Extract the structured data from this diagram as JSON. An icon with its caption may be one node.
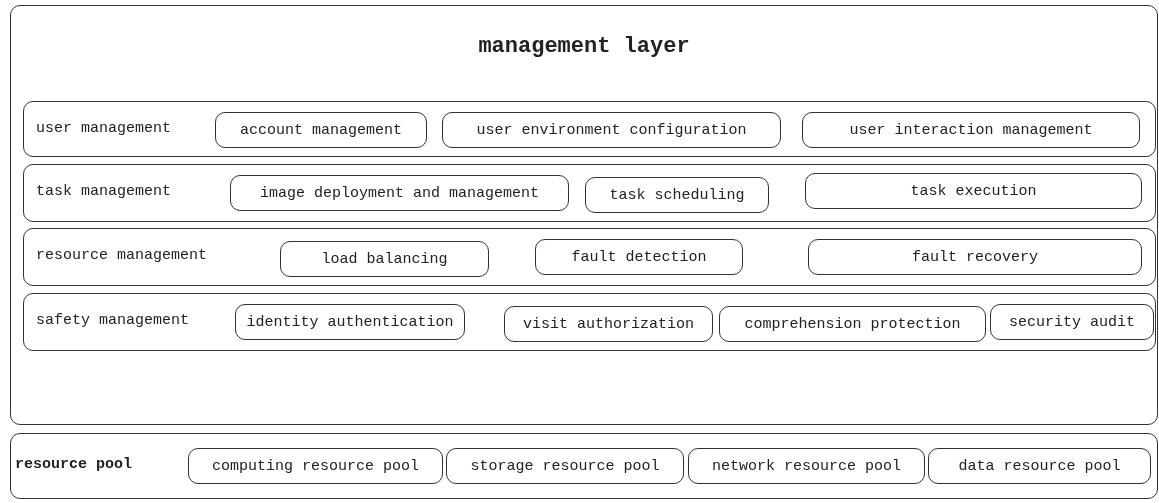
{
  "diagram": {
    "nodes": [
      {
        "text": [
          "management layer"
        ]
      },
      {
        "text": [
          "user management"
        ],
        "in": 0
      },
      {
        "text": [
          "account management"
        ],
        "in": 1
      },
      {
        "text": [
          "user environment configuration"
        ],
        "in": 1
      },
      {
        "text": [
          "user interaction management"
        ],
        "in": 1
      },
      {
        "text": [
          "task management"
        ],
        "in": 0
      },
      {
        "text": [
          "image deployment and management"
        ],
        "in": 5
      },
      {
        "text": [
          "task scheduling"
        ],
        "in": 5
      },
      {
        "text": [
          "task execution"
        ],
        "in": 5
      },
      {
        "text": [
          "resource management"
        ],
        "in": 0
      },
      {
        "text": [
          "load balancing"
        ],
        "in": 9
      },
      {
        "text": [
          "fault detection"
        ],
        "in": 9
      },
      {
        "text": [
          "fault recovery"
        ],
        "in": 9
      },
      {
        "text": [
          "safety management"
        ],
        "in": 0
      },
      {
        "text": [
          "identity authentication"
        ],
        "in": 13
      },
      {
        "text": [
          "visit authorization"
        ],
        "in": 13
      },
      {
        "text": [
          "comprehension protection"
        ],
        "in": 13
      },
      {
        "text": [
          "security audit"
        ],
        "in": 13
      },
      {
        "text": [
          "resource pool"
        ]
      },
      {
        "text": [
          "computing resource pool"
        ],
        "in": 18
      },
      {
        "text": [
          "storage resource pool"
        ],
        "in": 18
      },
      {
        "text": [
          "network resource pool"
        ],
        "in": 18
      },
      {
        "text": [
          "data resource pool"
        ],
        "in": 18
      }
    ]
  }
}
